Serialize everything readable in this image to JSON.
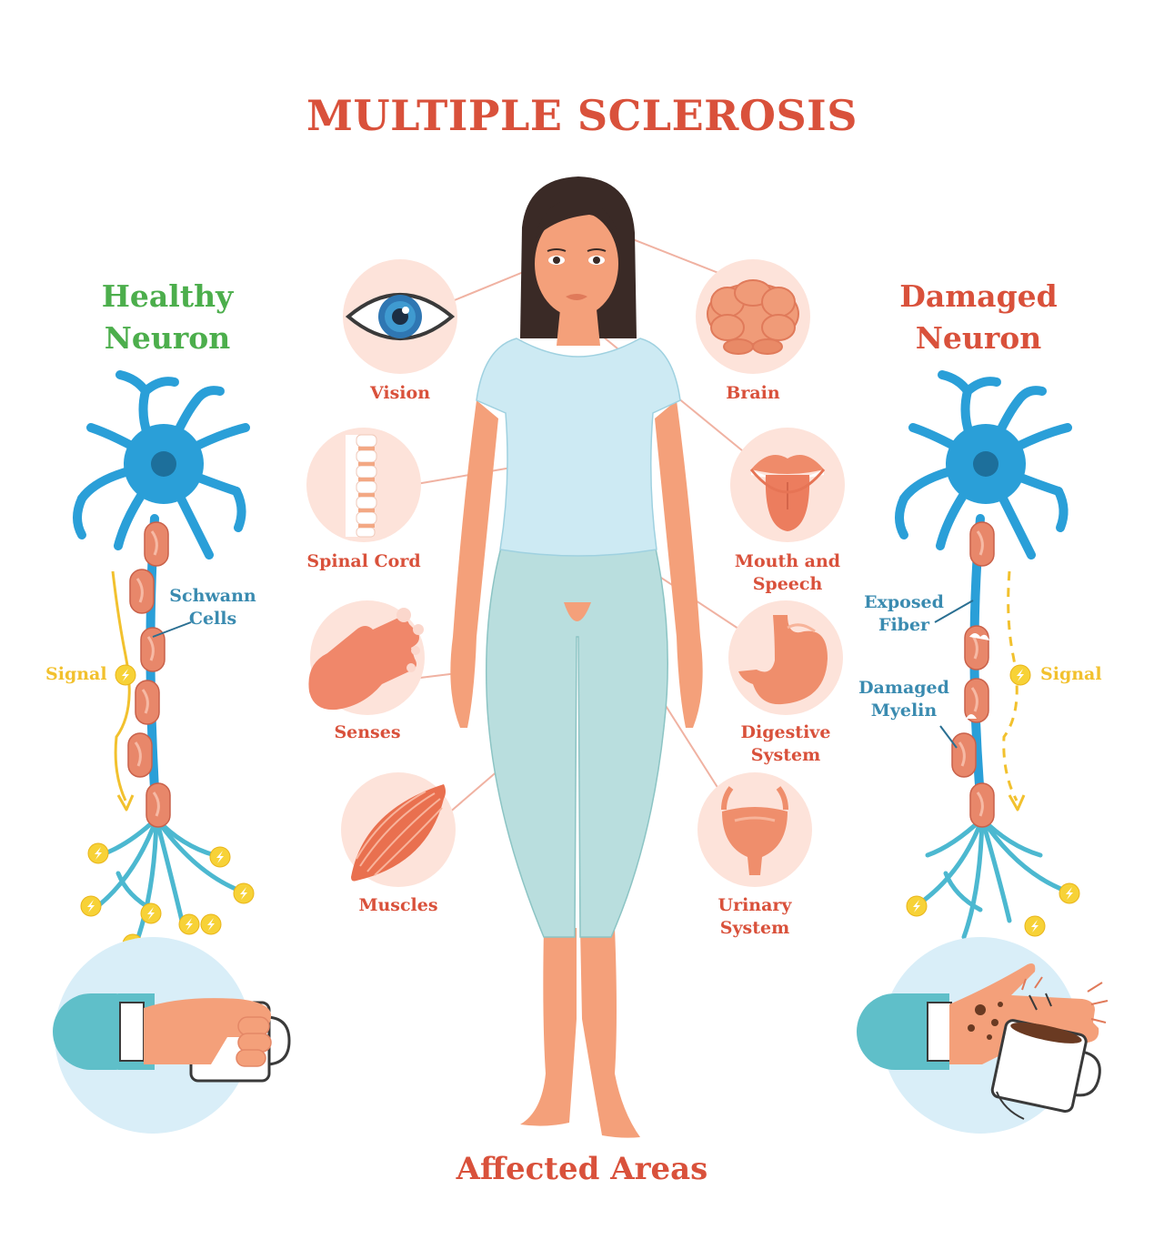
{
  "title": "MULTIPLE SCLEROSIS",
  "footer": "Affected Areas",
  "healthy": {
    "title_line1": "Healthy",
    "title_line2": "Neuron",
    "schwann_line1": "Schwann",
    "schwann_line2": "Cells",
    "signal": "Signal"
  },
  "damaged": {
    "title_line1": "Damaged",
    "title_line2": "Neuron",
    "exposed_line1": "Exposed",
    "exposed_line2": "Fiber",
    "myelin_line1": "Damaged",
    "myelin_line2": "Myelin",
    "signal": "Signal"
  },
  "areas": {
    "vision": "Vision",
    "brain": "Brain",
    "spinal": "Spinal Cord",
    "mouth_line1": "Mouth and",
    "mouth_line2": "Speech",
    "senses": "Senses",
    "digestive_line1": "Digestive",
    "digestive_line2": "System",
    "muscles": "Muscles",
    "urinary_line1": "Urinary",
    "urinary_line2": "System"
  },
  "colors": {
    "title": "#d9513b",
    "healthy": "#4cae4c",
    "neuron": "#2a9fd8",
    "myelin": "#e8876a",
    "signal": "#f2c12e",
    "shirt": "#cdeaf3",
    "pants": "#b9dede",
    "skin": "#f4a07a",
    "circle": "#fde3da"
  }
}
